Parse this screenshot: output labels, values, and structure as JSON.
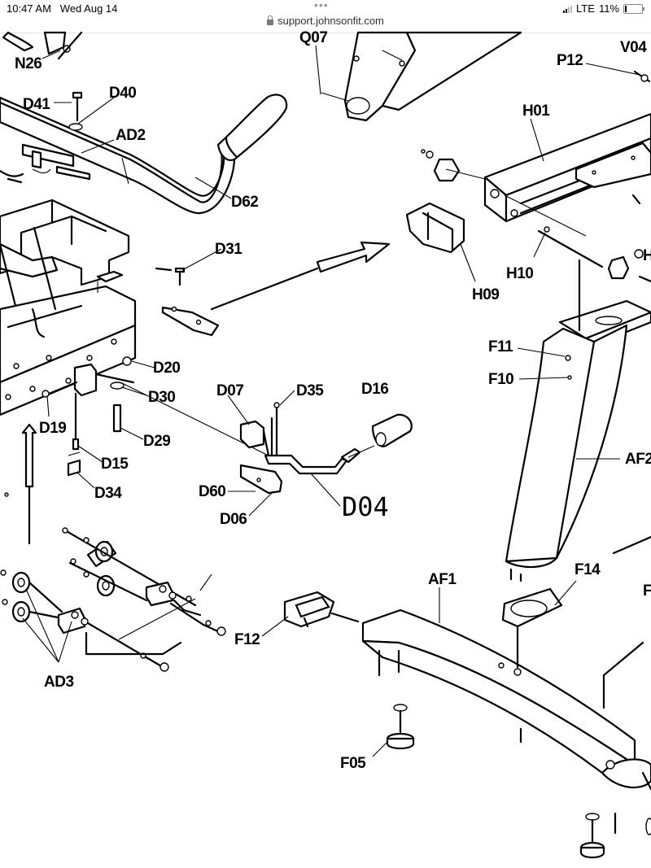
{
  "status_bar": {
    "time": "10:47 AM",
    "date": "Wed Aug 14",
    "url": "support.johnsonfit.com",
    "network": "LTE",
    "battery": "11%",
    "battery_level": 0.11
  },
  "diagram": {
    "labels": [
      {
        "id": "N26",
        "text": "N26"
      },
      {
        "id": "Q07",
        "text": "Q07"
      },
      {
        "id": "V04",
        "text": "V04"
      },
      {
        "id": "P12",
        "text": "P12"
      },
      {
        "id": "D41",
        "text": "D41"
      },
      {
        "id": "D40",
        "text": "D40"
      },
      {
        "id": "AD2",
        "text": "AD2"
      },
      {
        "id": "H01",
        "text": "H01"
      },
      {
        "id": "D62",
        "text": "D62"
      },
      {
        "id": "D31",
        "text": "D31"
      },
      {
        "id": "H09",
        "text": "H09"
      },
      {
        "id": "H10",
        "text": "H10"
      },
      {
        "id": "H",
        "text": "H"
      },
      {
        "id": "F11",
        "text": "F11"
      },
      {
        "id": "F10",
        "text": "F10"
      },
      {
        "id": "D20",
        "text": "D20"
      },
      {
        "id": "D30",
        "text": "D30"
      },
      {
        "id": "D07",
        "text": "D07"
      },
      {
        "id": "D35",
        "text": "D35"
      },
      {
        "id": "D16",
        "text": "D16"
      },
      {
        "id": "D19",
        "text": "D19"
      },
      {
        "id": "D29",
        "text": "D29"
      },
      {
        "id": "D15",
        "text": "D15"
      },
      {
        "id": "D34",
        "text": "D34"
      },
      {
        "id": "AF2",
        "text": "AF2"
      },
      {
        "id": "D60",
        "text": "D60"
      },
      {
        "id": "D06",
        "text": "D06"
      },
      {
        "id": "D04",
        "text": "D04"
      },
      {
        "id": "AF1",
        "text": "AF1"
      },
      {
        "id": "F14",
        "text": "F14"
      },
      {
        "id": "F",
        "text": "F"
      },
      {
        "id": "F12",
        "text": "F12"
      },
      {
        "id": "AD3",
        "text": "AD3"
      },
      {
        "id": "F05",
        "text": "F05"
      }
    ]
  }
}
